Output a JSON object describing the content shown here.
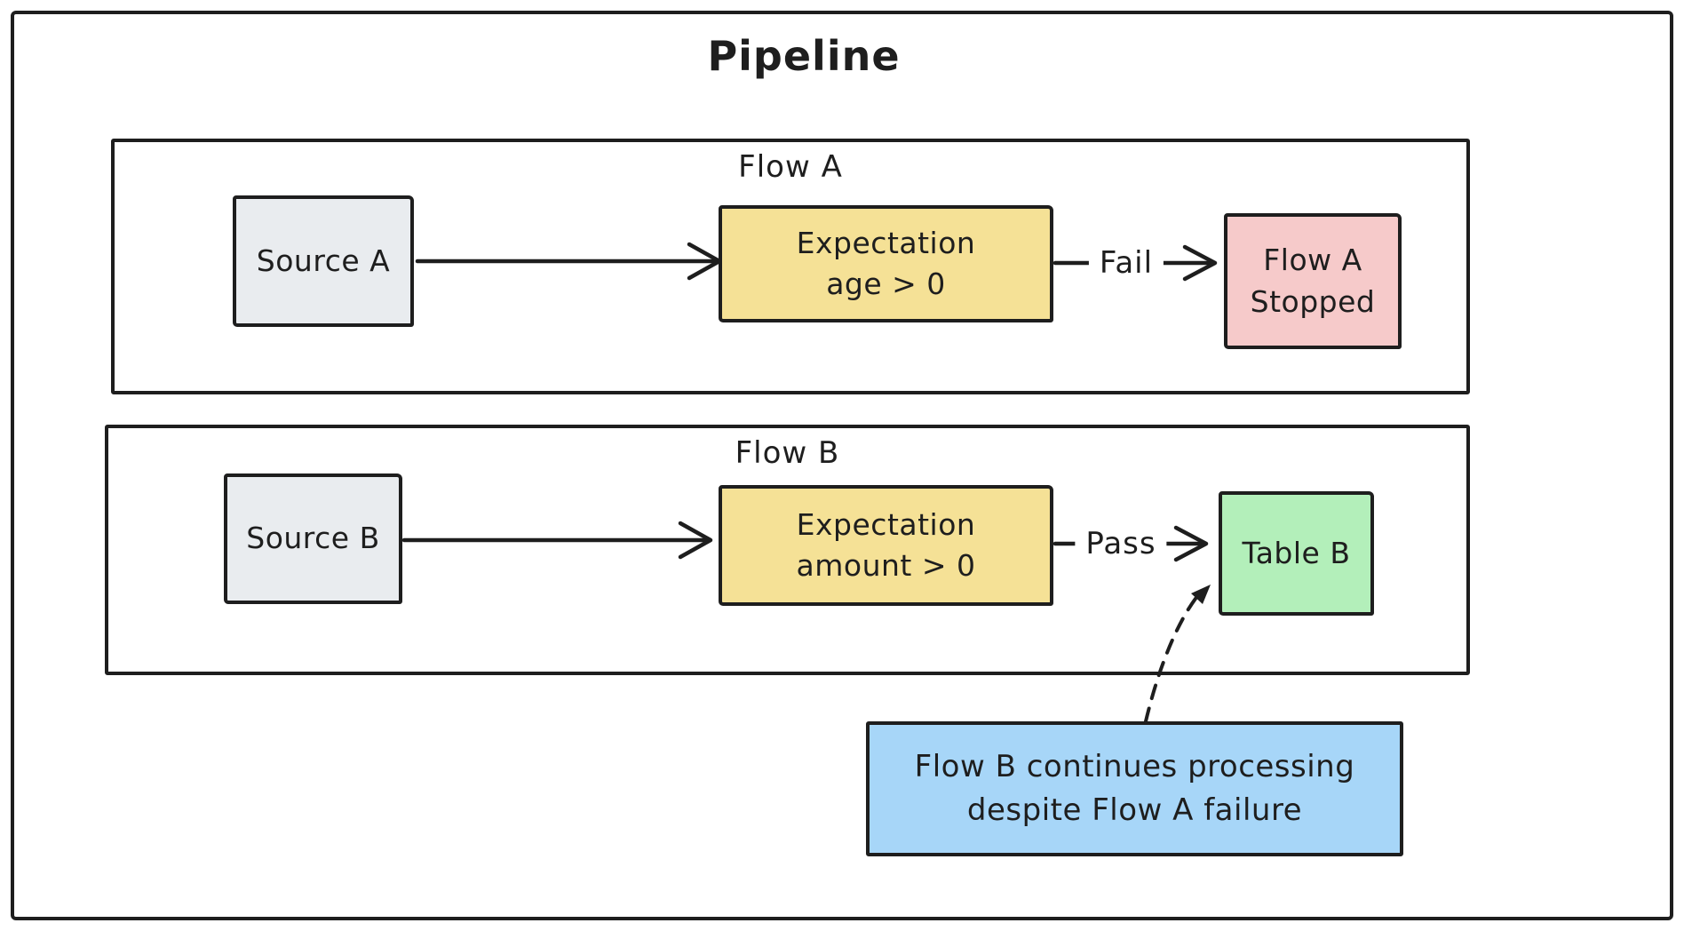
{
  "title": "Pipeline",
  "colors": {
    "stroke": "#1e1e1e",
    "source-fill": "#e9ecef",
    "expectation-fill": "#f5e196",
    "stopped-fill": "#f6caca",
    "table-fill": "#b3efba",
    "note-fill": "#a7d6f8"
  },
  "flow_a": {
    "label": "Flow A",
    "source_label": "Source A",
    "expectation": {
      "line1": "Expectation",
      "line2": "age > 0"
    },
    "edge_label": "Fail",
    "result": {
      "line1": "Flow A",
      "line2": "Stopped"
    }
  },
  "flow_b": {
    "label": "Flow B",
    "source_label": "Source B",
    "expectation": {
      "line1": "Expectation",
      "line2": "amount > 0"
    },
    "edge_label": "Pass",
    "result_label": "Table B"
  },
  "note": {
    "line1": "Flow B continues processing",
    "line2": "despite Flow A failure"
  }
}
